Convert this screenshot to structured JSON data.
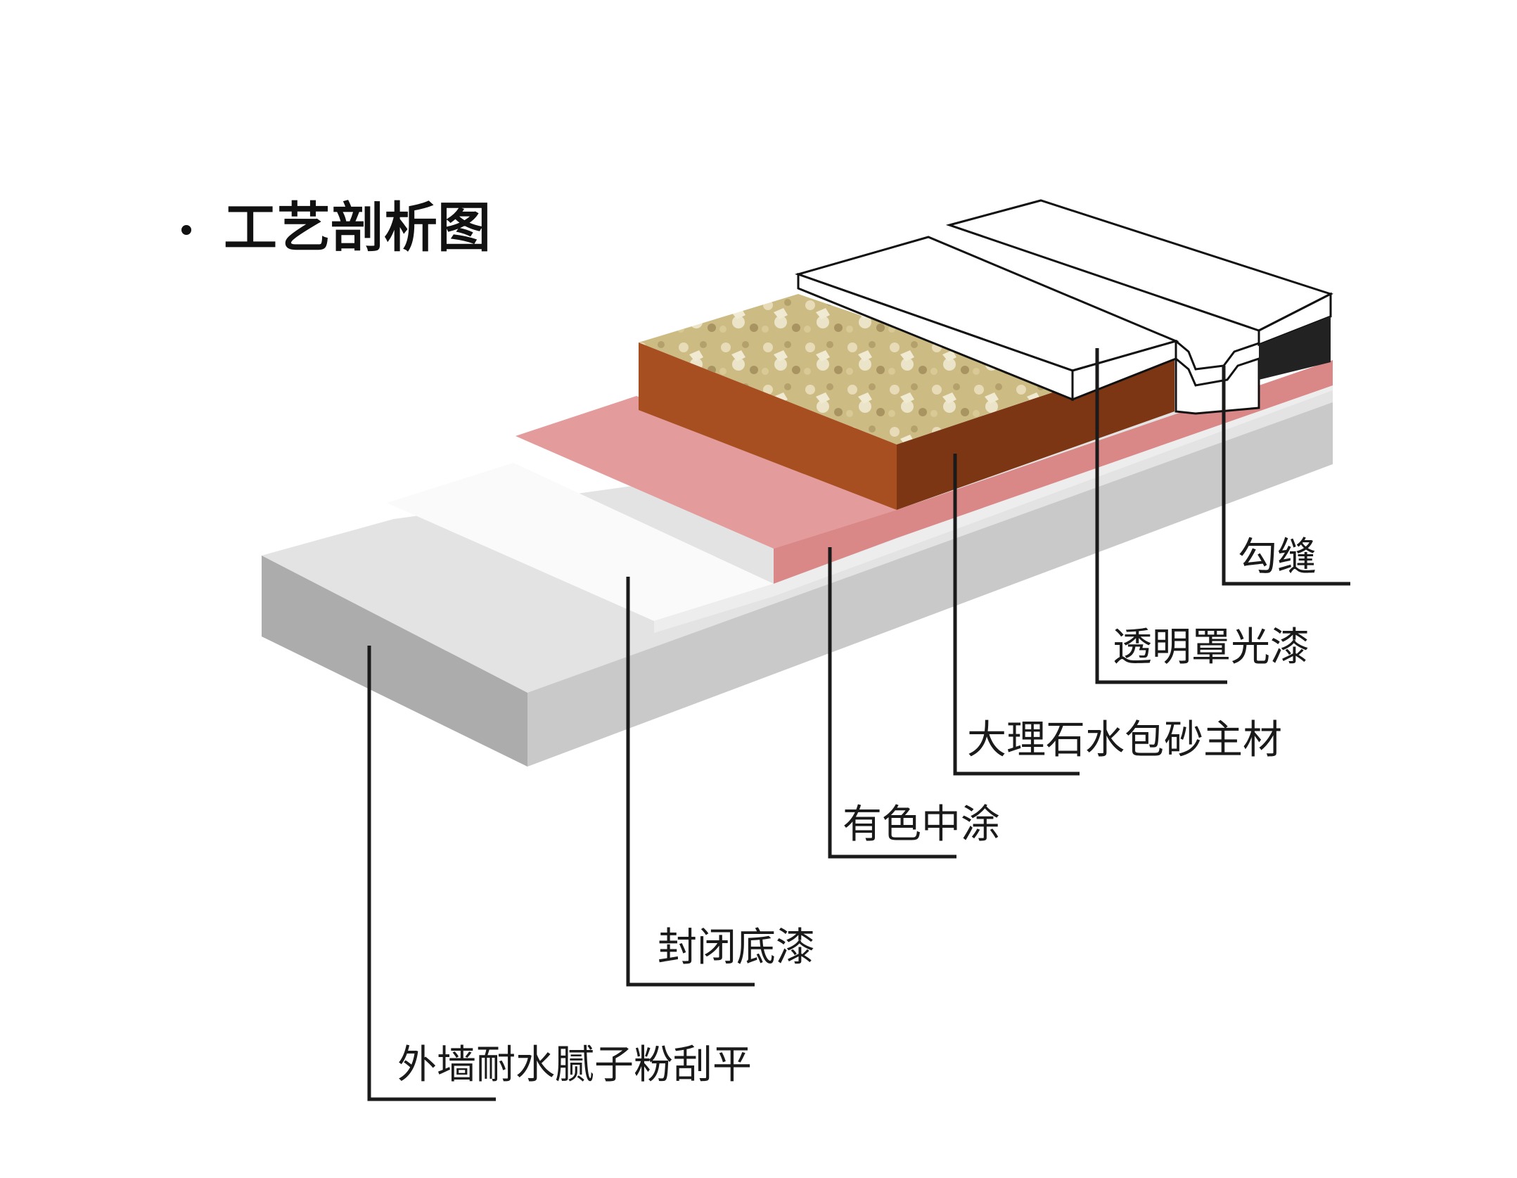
{
  "diagram": {
    "title": "工艺剖析图",
    "colors": {
      "putty_top": "#e3e3e3",
      "putty_front": "#c9c9c9",
      "putty_side": "#acacac",
      "primer_top": "#fafafa",
      "primer_front": "#ededed",
      "midcoat_top": "#e49b9b",
      "midcoat_front": "#d98787",
      "texture_side": "#a84f22",
      "texture_front": "#7c3614",
      "texture_top": "#cdbb84",
      "gloss_top": "#ffffff",
      "gloss_edge": "#111111",
      "groove_fill": "#222222",
      "leader": "#1a1a1a"
    },
    "layers": [
      {
        "id": "groove",
        "label": "勾缝"
      },
      {
        "id": "gloss",
        "label": "透明罩光漆"
      },
      {
        "id": "texture",
        "label": "大理石水包砂主材"
      },
      {
        "id": "midcoat",
        "label": "有色中涂"
      },
      {
        "id": "primer",
        "label": "封闭底漆"
      },
      {
        "id": "putty",
        "label": "外墙耐水腻子粉刮平"
      }
    ]
  }
}
